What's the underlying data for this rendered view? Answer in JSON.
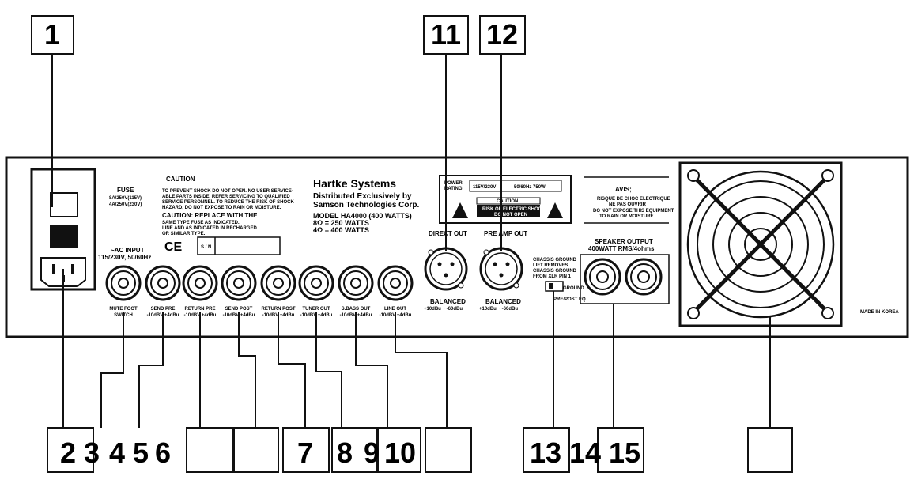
{
  "diagram": {
    "top_callouts": [
      "1",
      "11",
      "12"
    ],
    "bottom_callouts": [
      "2",
      "3",
      "4",
      "5",
      "6",
      "",
      "",
      "7",
      "8",
      "9",
      "10",
      "",
      "13",
      "14",
      "15",
      ""
    ],
    "panel": {
      "fuse_title": "FUSE",
      "fuse_rating_1": "8A/250V(115V)",
      "fuse_rating_2": "4A/250V(230V)",
      "ac_input_1": "~AC INPUT",
      "ac_input_2": "115/230V, 50/60Hz",
      "caution_title": "CAUTION",
      "caution_text_1": "TO PREVENT SHOCK DO NOT OPEN. NO USER SERVICE-",
      "caution_text_2": "ABLE PARTS INSIDE. REFER SERVICING TO QUALIFIED",
      "caution_text_3": "SERVICE PERSONNEL. TO REDUCE THE RISK OF SHOCK",
      "caution_text_4": "HAZARD, DO NOT EXPOSE TO RAIN OR MOISTURE.",
      "caution_replace_title": "CAUTION: REPLACE WITH THE",
      "caution_replace_1": "SAME TYPE FUSE AS INDICATED.",
      "caution_replace_2": "LINE AND AS INDICATED IN RECHARGED",
      "caution_replace_3": "OR SIMILAR TYPE.",
      "ce_mark": "CE",
      "serial_label": "S / N",
      "brand": "Hartke Systems",
      "distributed_1": "Distributed Exclusively by",
      "distributed_2": "Samson Technologies Corp.",
      "model": "MODEL HA4000 (400 WATTS)",
      "ohm_8": "8Ω = 250 WATTS",
      "ohm_4": "4Ω = 400 WATTS",
      "power_label_1": "POWER",
      "power_label_2": "RATING",
      "power_value_1": "115V/230V",
      "power_value_2": "50/60Hz 750W",
      "warning_caution": "CAUTION",
      "warning_line_1": "RISK OF ELECTRIC SHOCK",
      "warning_line_2": "DO NOT OPEN",
      "avis_title": "AVIS;",
      "avis_line_1": "RISQUE DE CHOC ELECTRIQUE",
      "avis_line_2": "NE PAS OUVRIR",
      "avis_line_3": "DO NOT EXPOSE THIS EQUIPMENT",
      "avis_line_4": "TO RAIN OR MOISTURE.",
      "direct_out": "DIRECT OUT",
      "preamp_out": "PRE AMP OUT",
      "balanced": "BALANCED",
      "balanced_sub": "+10dBu ~ -60dBu",
      "ground_lift_1": "CHASSIS GROUND",
      "ground_lift_2": "LIFT REMOVES",
      "ground_lift_3": "CHASSIS GROUND",
      "ground_lift_4": "FROM XLR PIN 1",
      "ground_label": "GROUND",
      "ground_sub": "PRE/POST EQ",
      "speaker_output_1": "SPEAKER OUTPUT",
      "speaker_output_2": "400WATT RMS/4ohms",
      "made_in": "MADE IN KOREA",
      "jacks": [
        {
          "label": "MUTE FOOT",
          "sub": "SWITCH"
        },
        {
          "label": "SEND PRE",
          "sub": "-10dBV  +4dBu"
        },
        {
          "label": "RETURN PRE",
          "sub": "-10dBV  +4dBu"
        },
        {
          "label": "SEND POST",
          "sub": "-10dBV  +4dBu"
        },
        {
          "label": "RETURN POST",
          "sub": "-10dBV  +4dBu"
        },
        {
          "label": "TUNER OUT",
          "sub": "-10dBV  +4dBu"
        },
        {
          "label": "S.BASS OUT",
          "sub": "-10dBV  +4dBu"
        },
        {
          "label": "LINE OUT",
          "sub": "-10dBV  +4dBu"
        }
      ]
    }
  }
}
